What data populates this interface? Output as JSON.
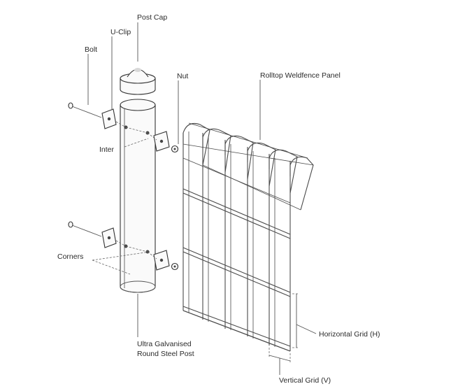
{
  "labels": {
    "post_cap": "Post Cap",
    "u_clip": "U-Clip",
    "bolt": "Bolt",
    "nut": "Nut",
    "panel": "Rolltop Weldfence Panel",
    "inter": "Inter",
    "corners": "Corners",
    "post_line1": "Ultra Galvanised",
    "post_line2": "Round Steel Post",
    "horizontal_grid": "Horizontal Grid (H)",
    "vertical_grid": "Vertical Grid (V)"
  }
}
